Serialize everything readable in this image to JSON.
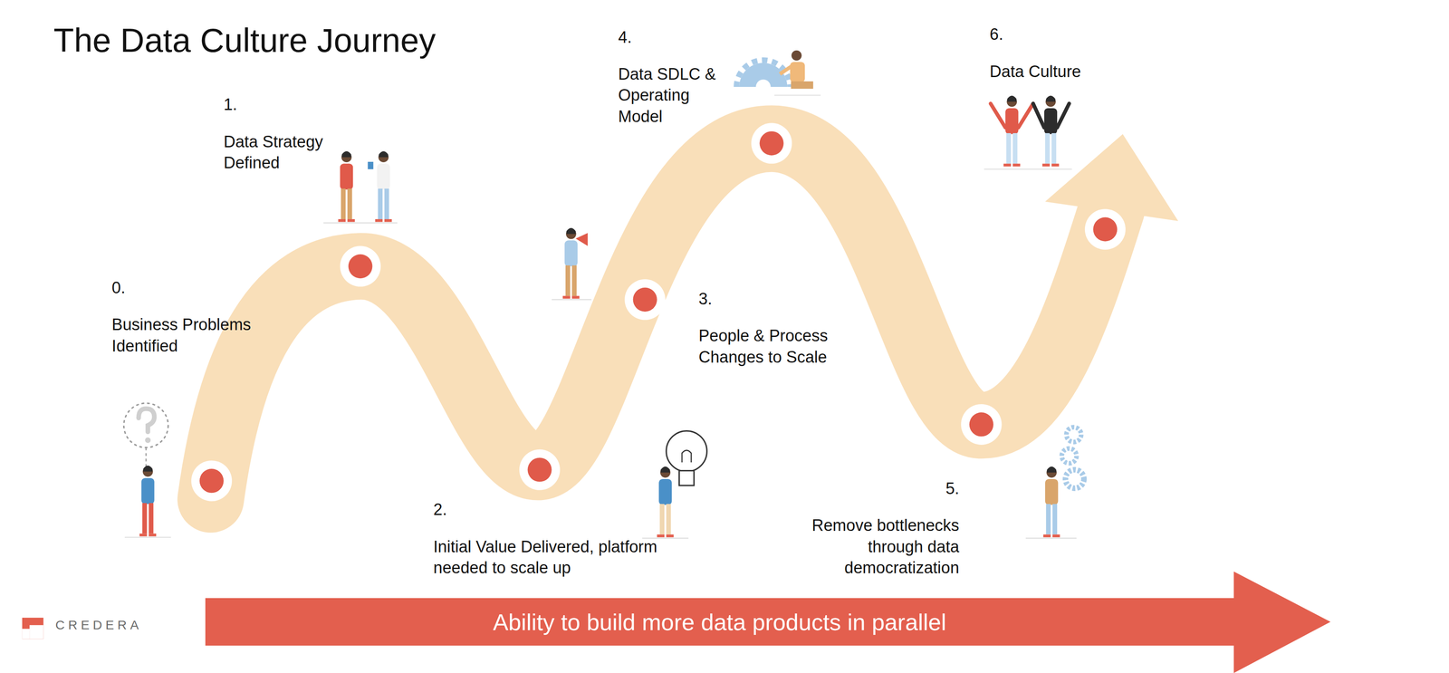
{
  "diagram": {
    "title": "The Data Culture Journey",
    "nodes": [
      {
        "text": [
          "Ability to build more data products in parallel"
        ]
      }
    ],
    "labels": [
      "0.",
      "Business Problems Identified",
      "1.",
      "Data Strategy Defined",
      "2.",
      "Initial Value Delivered, platform needed to scale up",
      "3.",
      "People & Process Changes to Scale",
      "4.",
      "Data SDLC & Operating Model",
      "5.",
      "Remove bottlenecks through data democratization",
      "6.",
      "Data Culture",
      "CREDERA"
    ]
  }
}
